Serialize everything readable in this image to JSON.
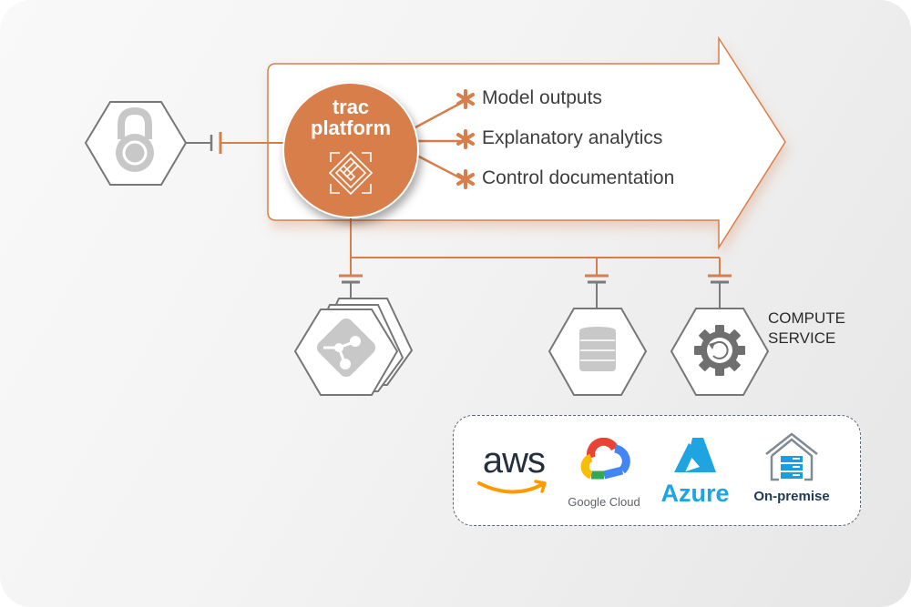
{
  "platform": {
    "title_line1": "trac",
    "title_line2": "platform",
    "logo_icon": "interlocking-square-logo"
  },
  "outputs": [
    {
      "label": "Model outputs",
      "icon": "asterisk-icon"
    },
    {
      "label": "Explanatory analytics",
      "icon": "asterisk-icon"
    },
    {
      "label": "Control documentation",
      "icon": "asterisk-icon"
    }
  ],
  "nodes": {
    "security": {
      "icon": "padlock-icon"
    },
    "repository": {
      "icon": "git-icon",
      "stacked": true
    },
    "storage": {
      "icon": "database-icon"
    },
    "compute": {
      "icon": "gear-refresh-icon",
      "label_line1": "COMPUTE",
      "label_line2": "SERVICE"
    }
  },
  "providers": [
    {
      "name": "aws",
      "label": "aws"
    },
    {
      "name": "google-cloud",
      "label": "Google Cloud"
    },
    {
      "name": "azure",
      "label": "Azure"
    },
    {
      "name": "on-premise",
      "label": "On-premise"
    }
  ],
  "colors": {
    "accent": "#d77e4b",
    "line_gray": "#7a7a7a",
    "icon_gray": "#c8c8c8",
    "text_dark": "#3d3d3d",
    "aws_text": "#252f3e",
    "aws_orange": "#ff9900",
    "azure_blue": "#1ea4e1",
    "onprem_text": "#1e3a54"
  }
}
